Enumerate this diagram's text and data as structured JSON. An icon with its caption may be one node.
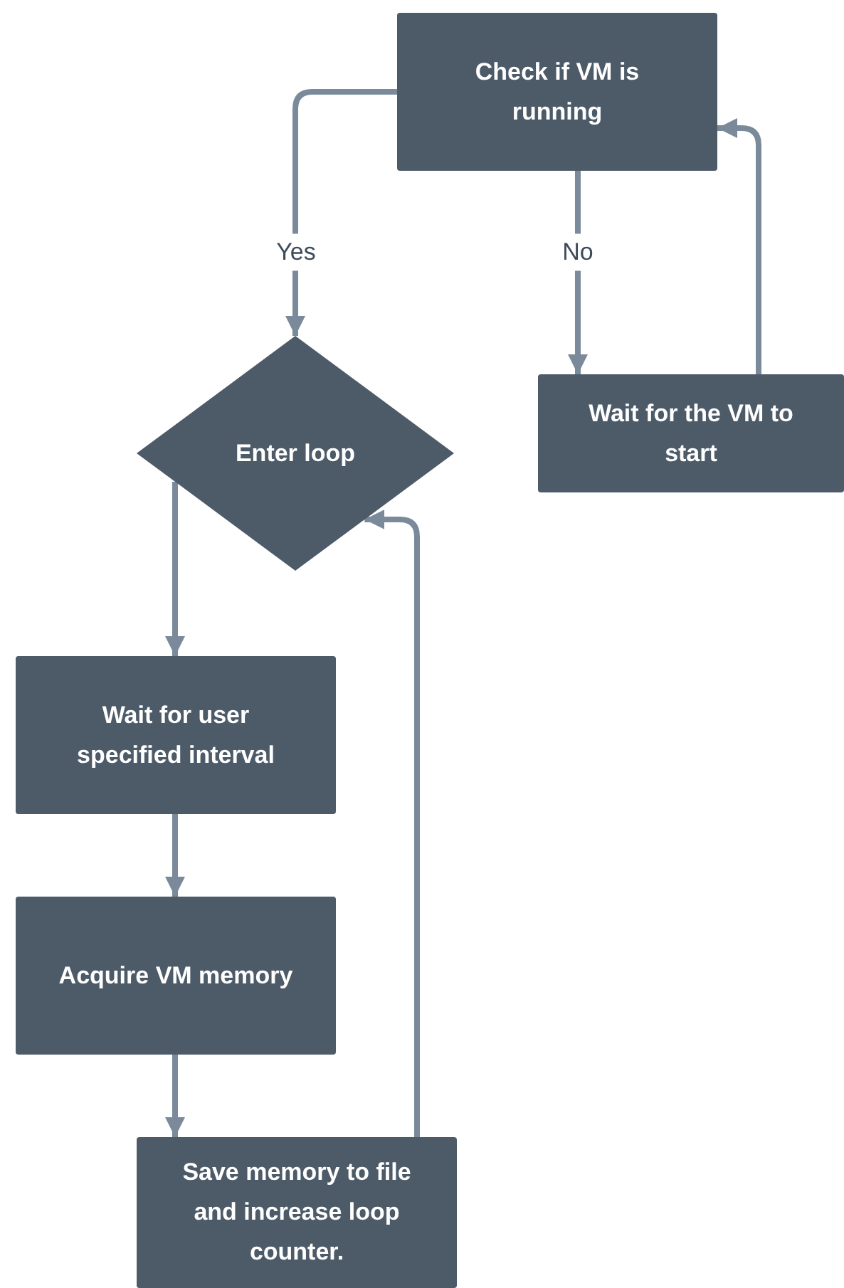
{
  "diagram": {
    "nodes": [
      {
        "text": [
          "Check if VM is running"
        ]
      },
      {
        "text": [
          "Enter loop"
        ]
      },
      {
        "text": [
          "Wait for the VM to start"
        ]
      },
      {
        "text": [
          "Wait for user specified interval"
        ]
      },
      {
        "text": [
          "Acquire VM memory"
        ]
      },
      {
        "text": [
          "Save memory to file and increase loop counter."
        ]
      }
    ],
    "edges": [
      {
        "from": 0,
        "to": 1,
        "arrow": "to",
        "label": "Yes"
      },
      {
        "from": 0,
        "to": 2,
        "arrow": "to",
        "label": "No"
      },
      {
        "from": 2,
        "to": 0,
        "arrow": "to"
      },
      {
        "from": 1,
        "to": 3,
        "arrow": "to"
      },
      {
        "from": 3,
        "to": 4,
        "arrow": "to"
      },
      {
        "from": 4,
        "to": 5,
        "arrow": "to"
      },
      {
        "from": 5,
        "to": 1,
        "arrow": "to"
      }
    ]
  }
}
